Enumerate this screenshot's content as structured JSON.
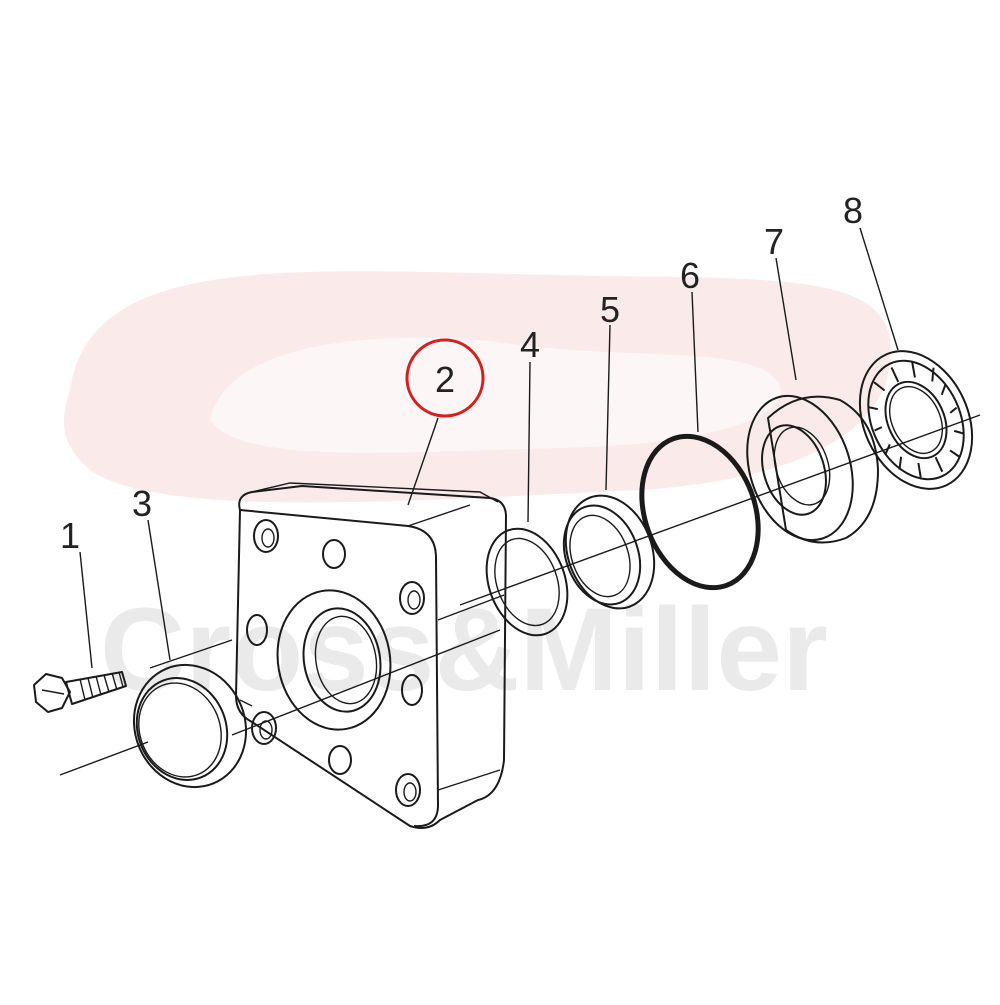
{
  "colors": {
    "watermark_red": "#f7d9d9",
    "watermark_gray": "#e3e3e3",
    "highlight": "#d61f1f",
    "line": "#1a1a1a"
  },
  "watermark": {
    "text": "Cross&Miller"
  },
  "parts": [
    {
      "label": "1"
    },
    {
      "label": "2",
      "highlighted": true
    },
    {
      "label": "3"
    },
    {
      "label": "4"
    },
    {
      "label": "5"
    },
    {
      "label": "6"
    },
    {
      "label": "7"
    },
    {
      "label": "8"
    }
  ]
}
